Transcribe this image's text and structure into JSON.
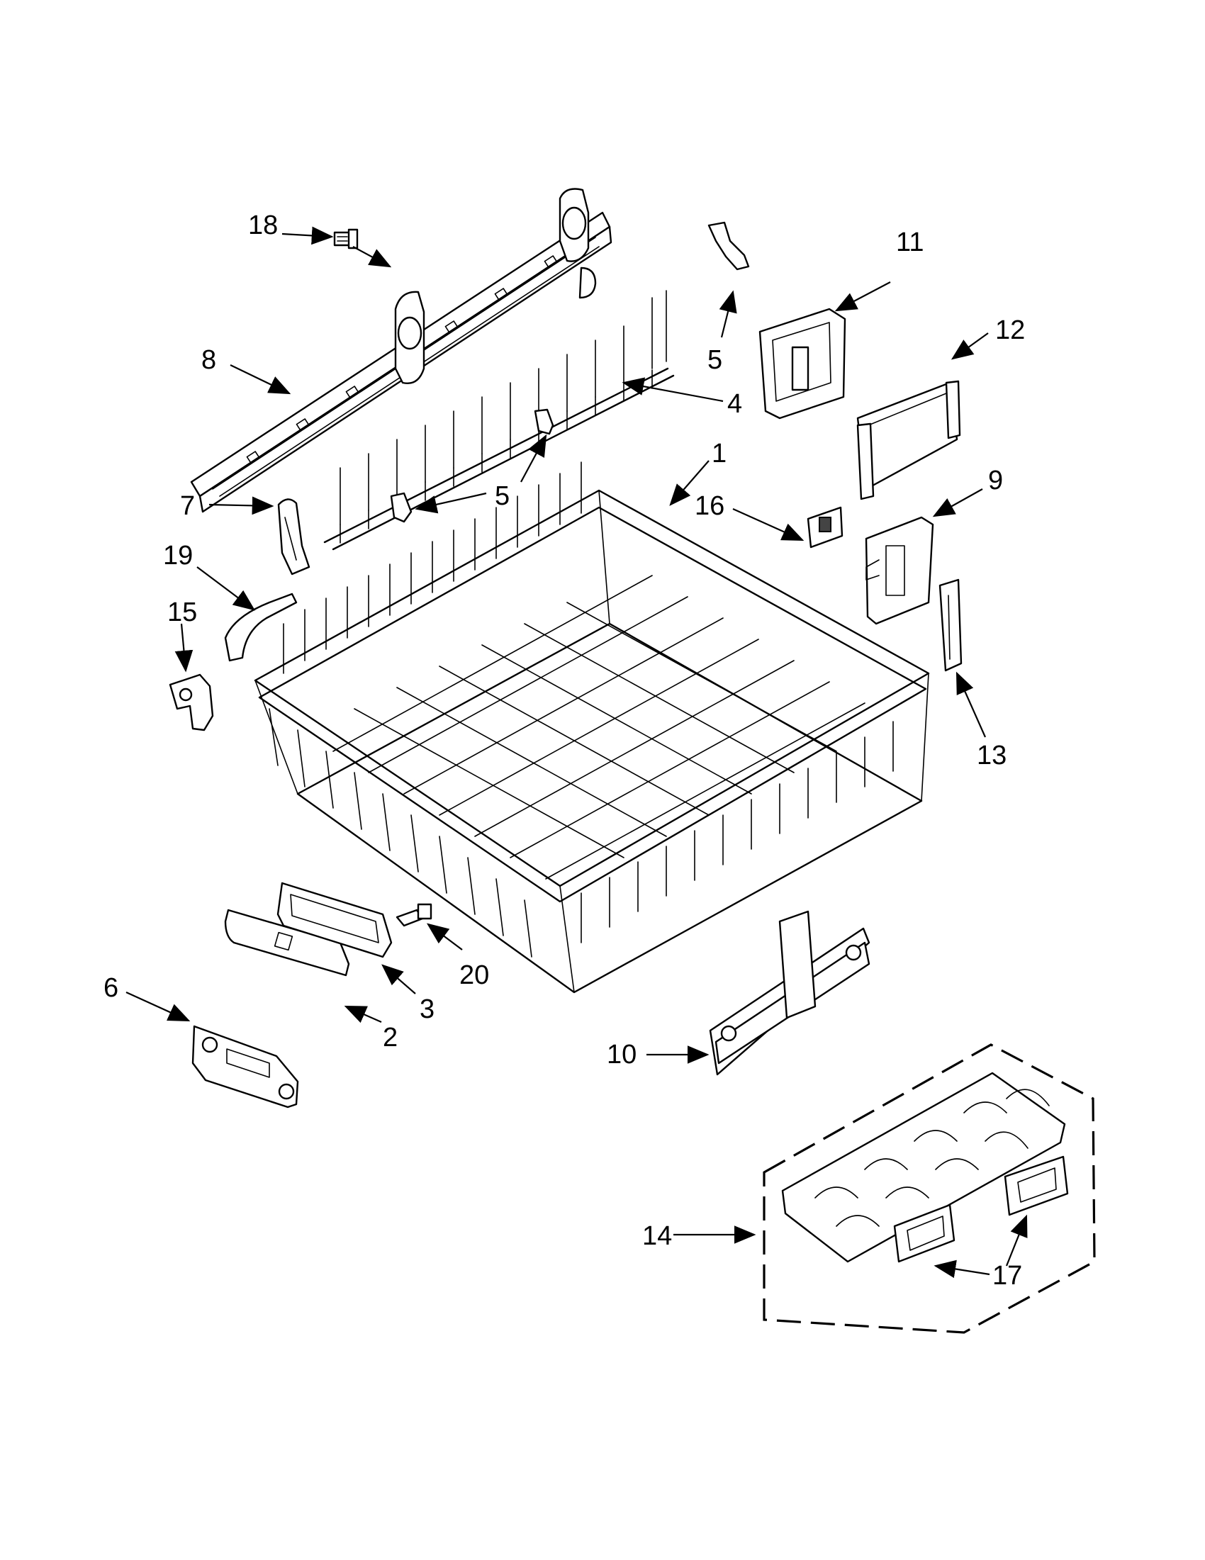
{
  "callouts": [
    {
      "id": "c18",
      "text": "18"
    },
    {
      "id": "c8",
      "text": "8"
    },
    {
      "id": "c5a",
      "text": "5"
    },
    {
      "id": "c11",
      "text": "11"
    },
    {
      "id": "c12",
      "text": "12"
    },
    {
      "id": "c4",
      "text": "4"
    },
    {
      "id": "c1",
      "text": "1"
    },
    {
      "id": "c5b",
      "text": "5"
    },
    {
      "id": "c7",
      "text": "7"
    },
    {
      "id": "c16",
      "text": "16"
    },
    {
      "id": "c9",
      "text": "9"
    },
    {
      "id": "c19",
      "text": "19"
    },
    {
      "id": "c15",
      "text": "15"
    },
    {
      "id": "c13",
      "text": "13"
    },
    {
      "id": "c20",
      "text": "20"
    },
    {
      "id": "c3",
      "text": "3"
    },
    {
      "id": "c6",
      "text": "6"
    },
    {
      "id": "c2",
      "text": "2"
    },
    {
      "id": "c10",
      "text": "10"
    },
    {
      "id": "c14",
      "text": "14"
    },
    {
      "id": "c17",
      "text": "17"
    }
  ],
  "icons": {
    "arrowhead": "arrow-icon"
  }
}
